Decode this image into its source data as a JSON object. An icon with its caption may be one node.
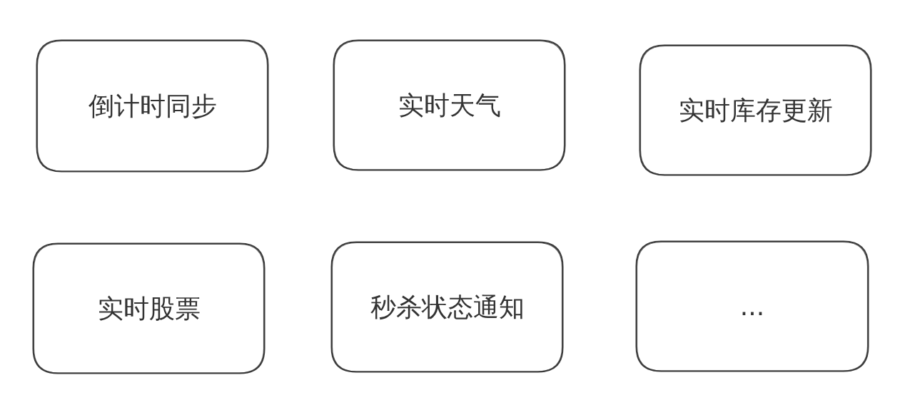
{
  "diagram": {
    "nodes": [
      {
        "text": [
          "倒计时同步"
        ]
      },
      {
        "text": [
          "实时天气"
        ]
      },
      {
        "text": [
          "实时库存更新"
        ]
      },
      {
        "text": [
          "实时股票"
        ]
      },
      {
        "text": [
          "秒杀状态通知"
        ]
      },
      {
        "text": [
          "..."
        ]
      }
    ],
    "edges": []
  }
}
